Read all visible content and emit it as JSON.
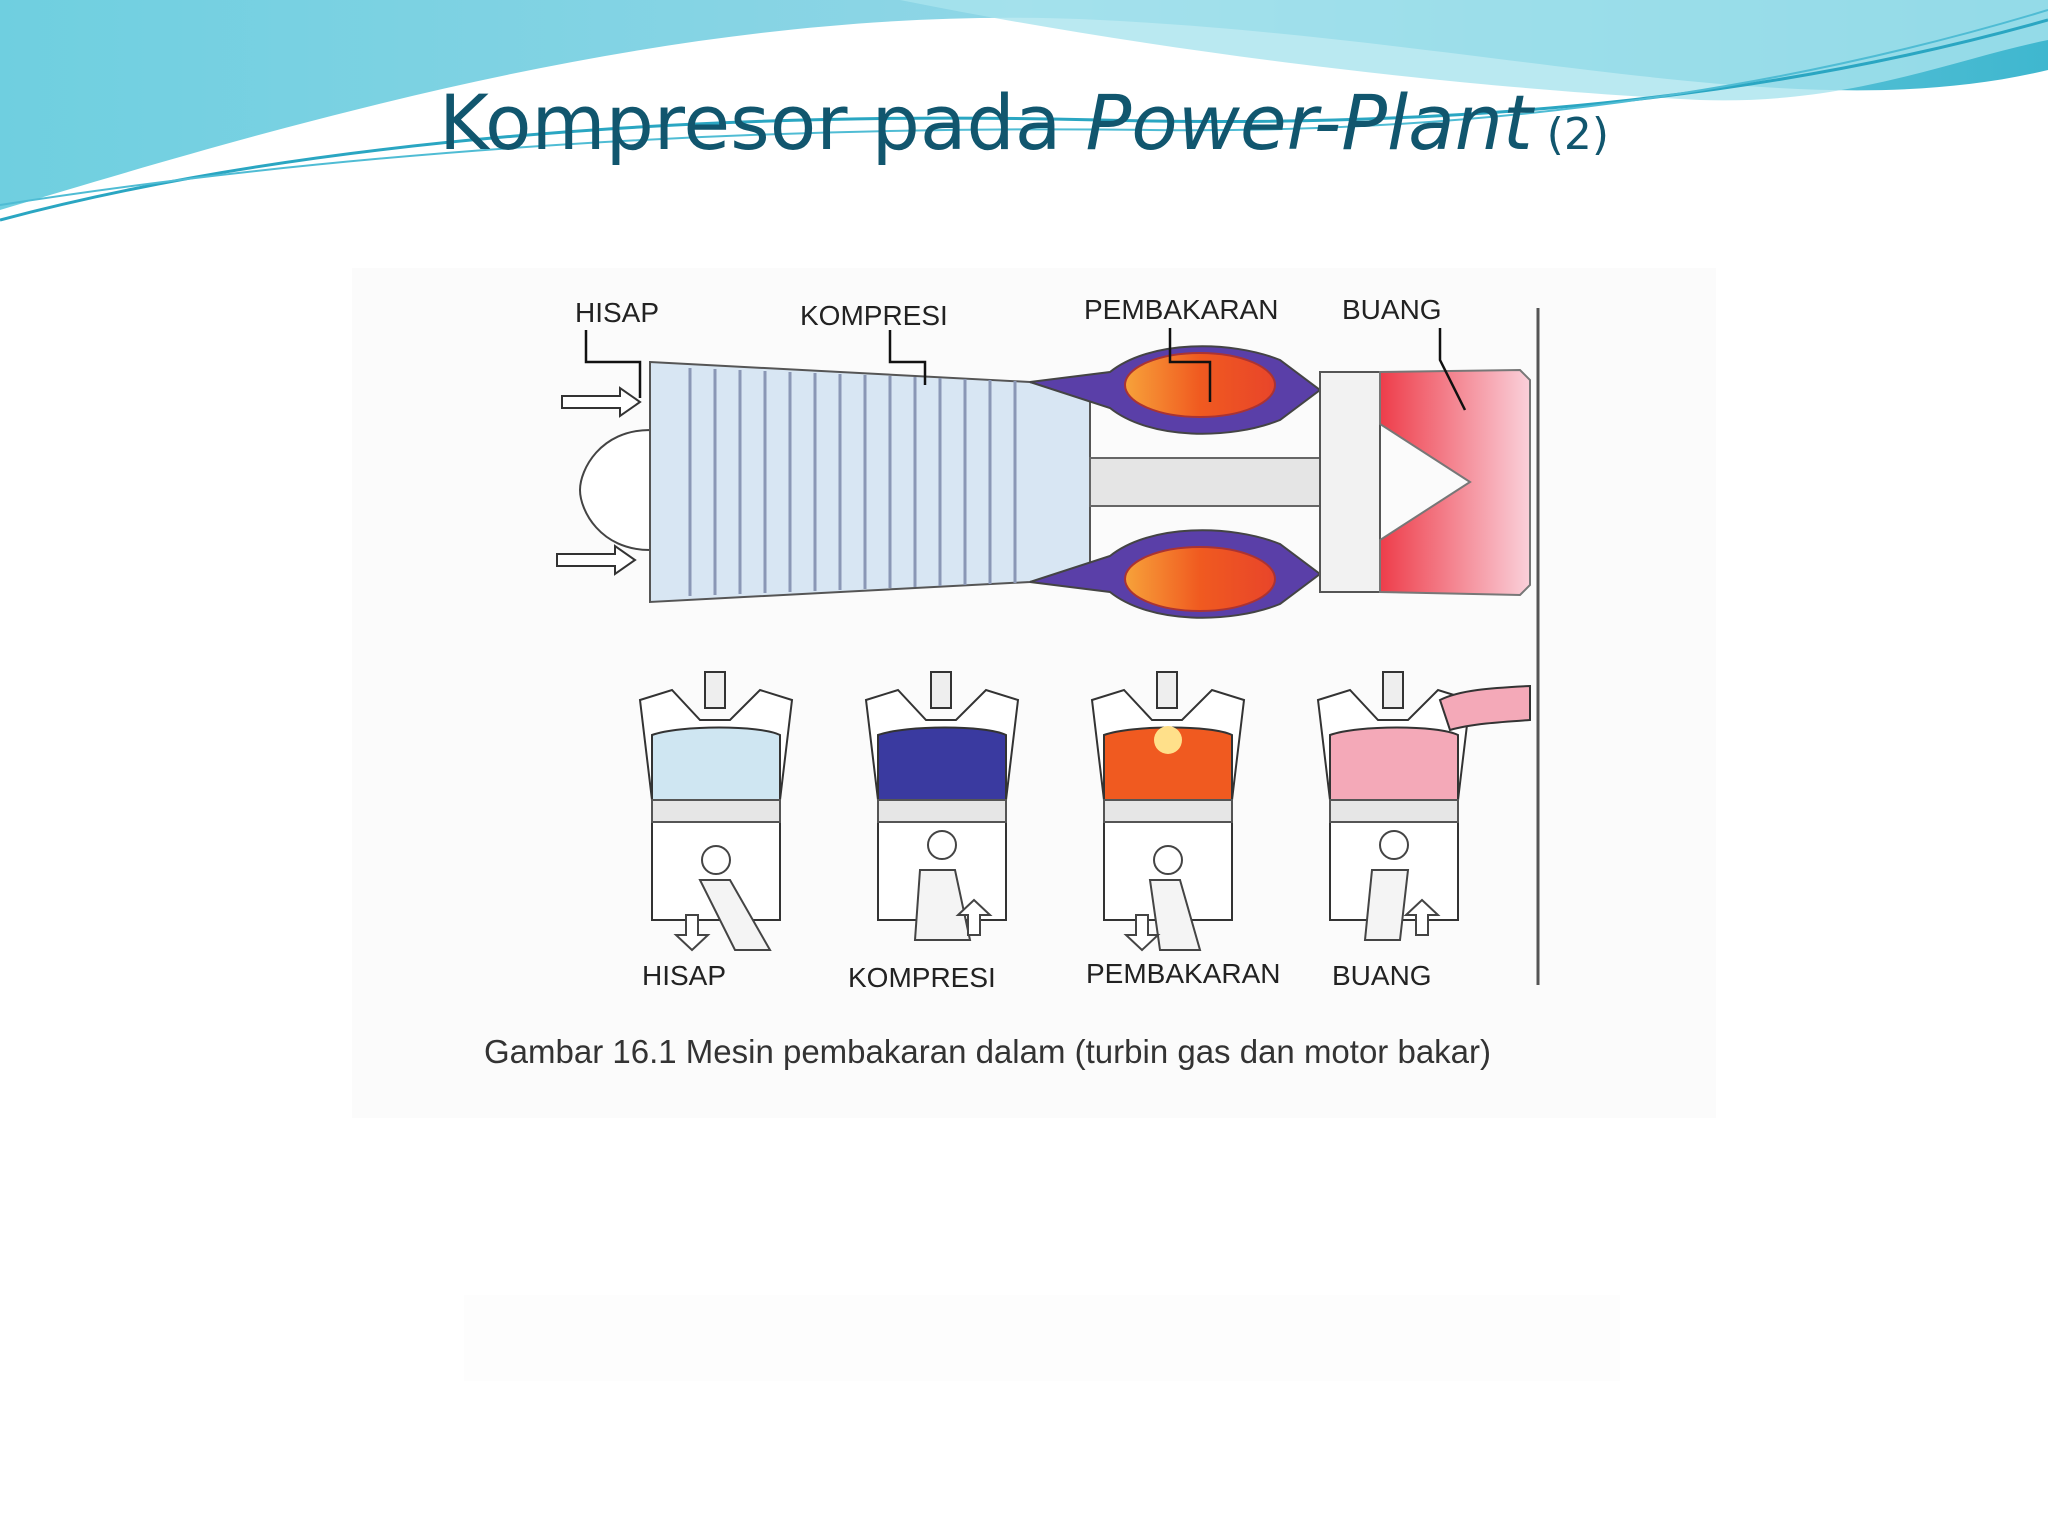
{
  "slide": {
    "title_main": "Kompresor pada ",
    "title_italic": "Power-Plant",
    "title_suffix": " (2)"
  },
  "figure": {
    "turbine_labels": [
      "HISAP",
      "KOMPRESI",
      "PEMBAKARAN",
      "BUANG"
    ],
    "piston_labels": [
      "HISAP",
      "KOMPRESI",
      "PEMBAKARAN",
      "BUANG"
    ],
    "caption": "Gambar 16.1 Mesin pembakaran dalam (turbin gas dan motor bakar)"
  },
  "colors": {
    "title": "#11566e",
    "header_wave": "#5cc6d9",
    "intake": "#cfe6f2",
    "compression": "#3a3aa0",
    "combustion": "#f05a20",
    "exhaust": "#f4a9b8"
  }
}
